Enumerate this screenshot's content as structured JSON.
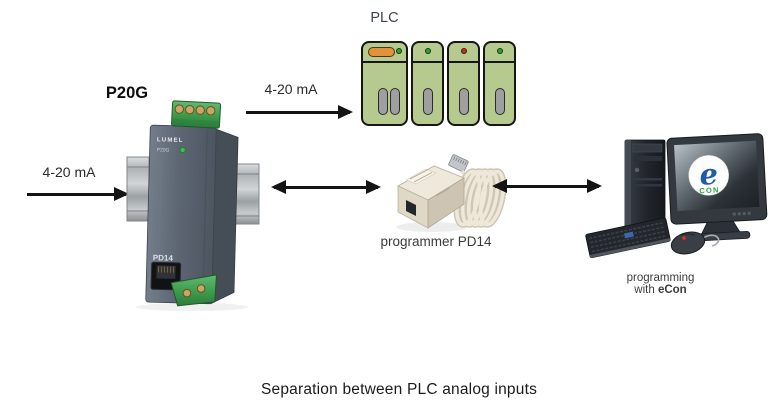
{
  "caption": "Separation between PLC analog inputs",
  "signals": {
    "left": "4-20 mA",
    "top": "4-20 mA"
  },
  "device": {
    "title": "P20G",
    "brand": "LUMEL",
    "model_small": "P20G",
    "port_label": "PD14"
  },
  "plc": {
    "label": "PLC",
    "modules": [
      {
        "type": "power-supply",
        "led": "#2da32c",
        "button": "#e2923c"
      },
      {
        "type": "io-module",
        "led": "#2da32c"
      },
      {
        "type": "io-module",
        "led": "#d4231a"
      },
      {
        "type": "io-module",
        "led": "#2da32c"
      }
    ]
  },
  "programmer": {
    "label": "programmer PD14"
  },
  "computer": {
    "caption_line1": "programming",
    "caption_line2_prefix": "with ",
    "caption_line2_bold": "eCon"
  },
  "econ_logo": {
    "letter": "e",
    "word": "CON"
  },
  "colors": {
    "arrow": "#141414",
    "plc_module_fill": "#b6ca90",
    "slot_gray": "#9f9f9f",
    "terminal_green": "#3f9f4e",
    "device_body": "#5d6673",
    "din_rail": "#b9bdc0",
    "programmer_beige": "#e9e2d2",
    "led_green": "#39c24a",
    "econ_blue": "#1e5cab",
    "econ_green": "#2ea045"
  }
}
